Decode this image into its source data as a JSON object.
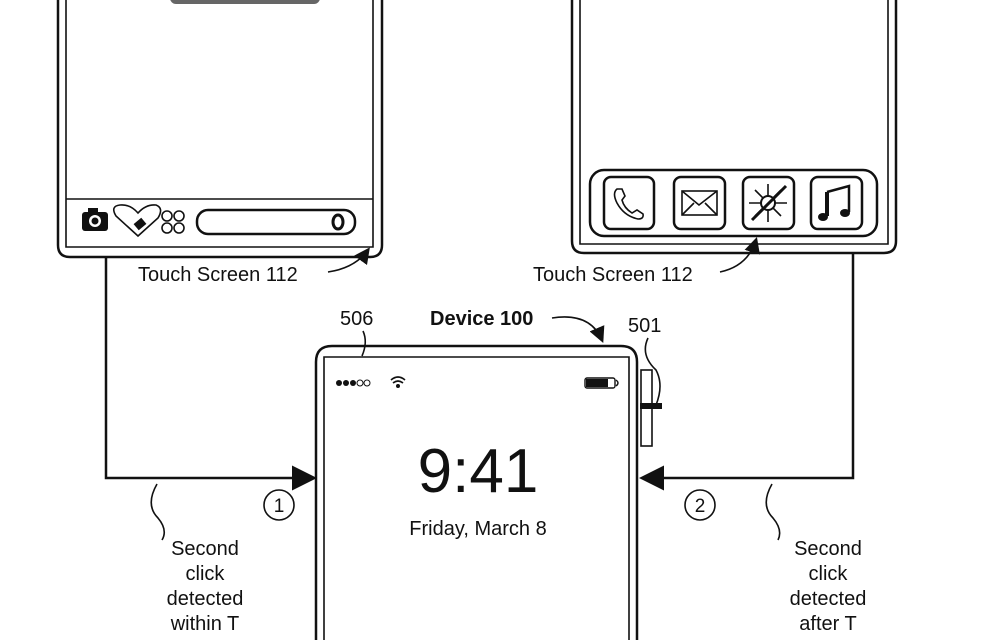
{
  "left_device": {
    "label": "Touch Screen 112",
    "dock_icons": [
      "camera-icon",
      "health-icon",
      "apps-grid-icon",
      "search-bar"
    ]
  },
  "right_device": {
    "label": "Touch Screen 112",
    "dock_icons": [
      "phone-icon",
      "mail-icon",
      "safari-icon",
      "music-icon"
    ]
  },
  "center_device": {
    "title": "Device 100",
    "ref_screen": "506",
    "ref_button": "501",
    "time": "9:41",
    "date": "Friday, March 8"
  },
  "transitions": [
    {
      "marker": "1",
      "lines": [
        "Second",
        "click",
        "detected",
        "within T"
      ]
    },
    {
      "marker": "2",
      "lines": [
        "Second",
        "click",
        "detected",
        "after T"
      ]
    }
  ],
  "colors": {
    "ink": "#111111",
    "background": "#ffffff"
  }
}
